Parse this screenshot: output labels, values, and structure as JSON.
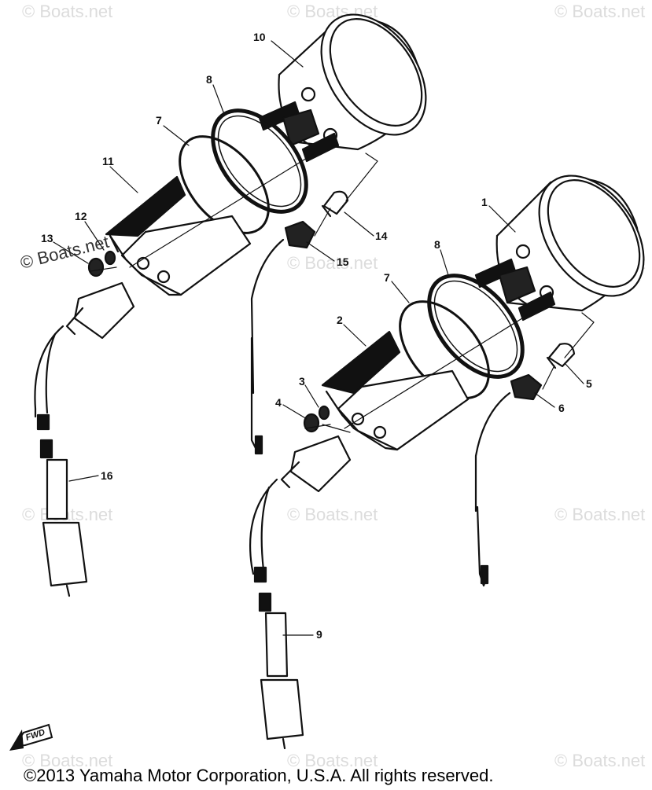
{
  "watermark": "© Boats.net",
  "fwd_label": "FWD",
  "copyright": "©2013 Yamaha Motor Corporation, U.S.A. All rights reserved.",
  "callouts": {
    "c1": "1",
    "c2": "2",
    "c3": "3",
    "c4": "4",
    "c5": "5",
    "c6": "6",
    "c7a": "7",
    "c7b": "7",
    "c8a": "8",
    "c8b": "8",
    "c9": "9",
    "c10": "10",
    "c11": "11",
    "c12": "12",
    "c13": "13",
    "c14": "14",
    "c15": "15",
    "c16": "16"
  },
  "colors": {
    "ink": "#111111",
    "watermark": "#dcdcdc",
    "background": "#ffffff"
  }
}
